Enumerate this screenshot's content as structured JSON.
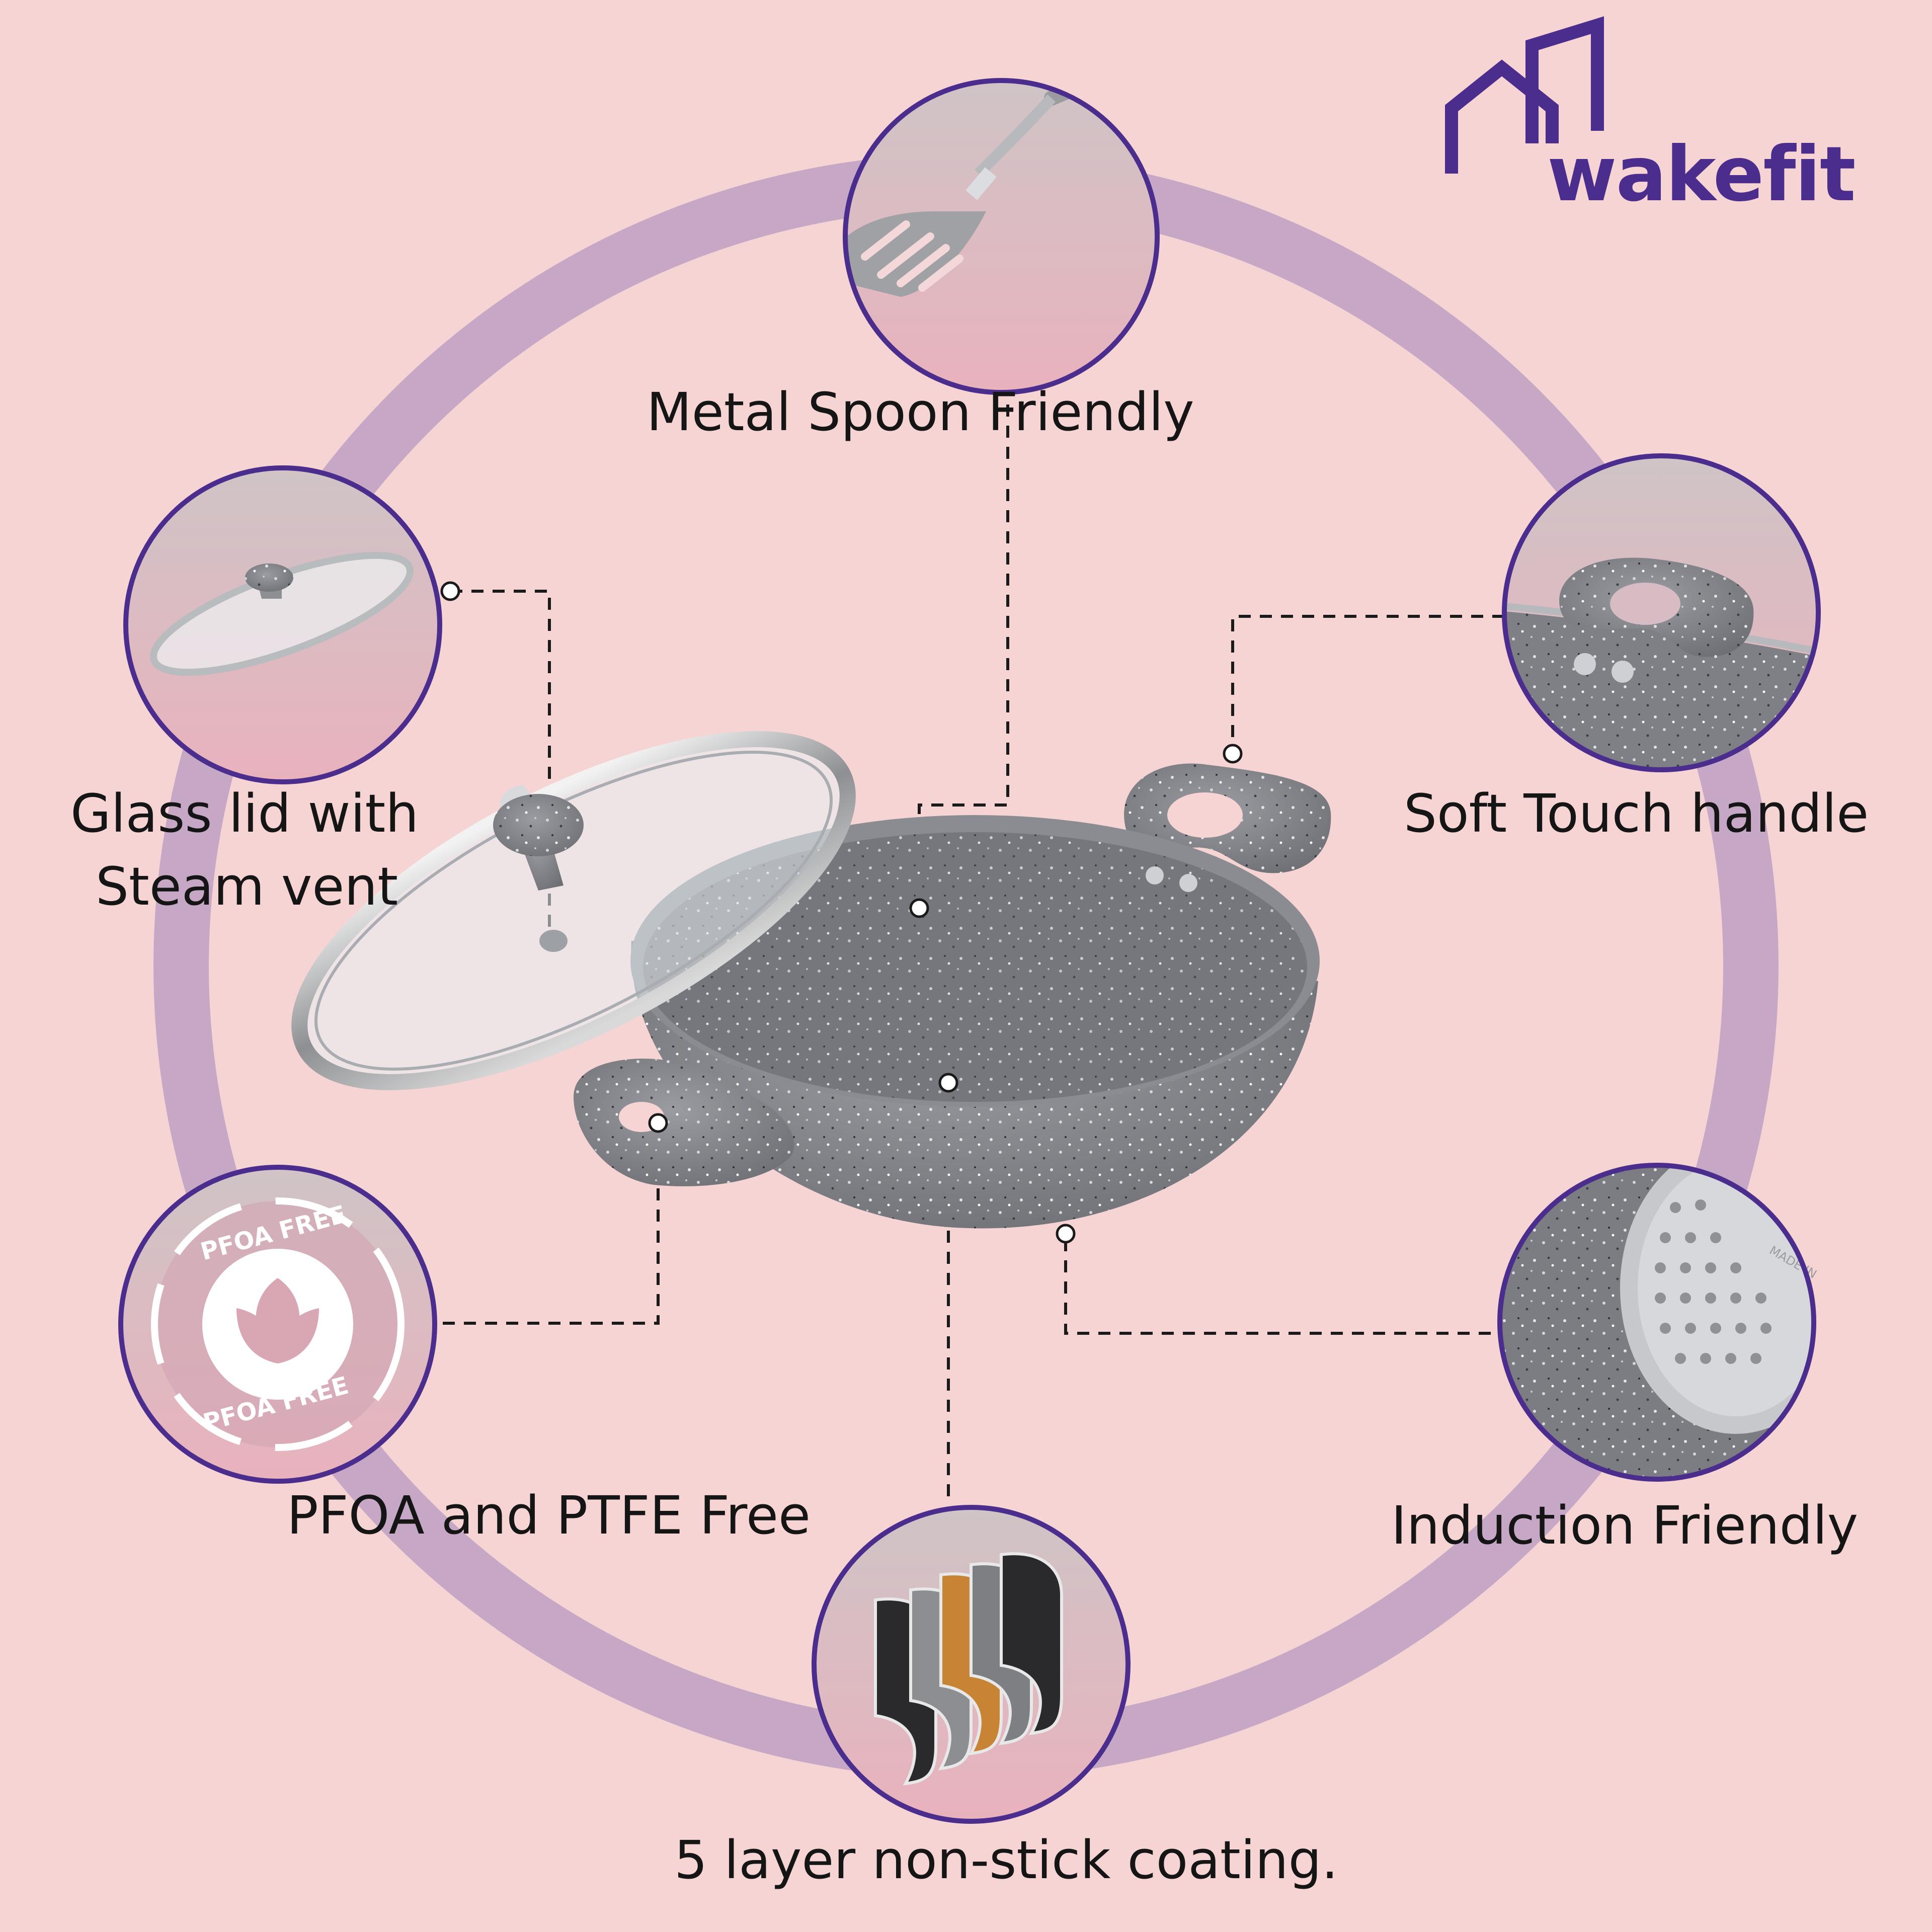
{
  "brand": {
    "name": "wakefit",
    "color": "#4a2d8c",
    "icon": "house-outline-icon"
  },
  "features": {
    "metal_spoon": {
      "label": "Metal Spoon Friendly",
      "icon": "slotted-spatula-icon"
    },
    "glass_lid": {
      "label_line1": "Glass lid with",
      "label_line2": "Steam vent",
      "icon": "glass-lid-icon"
    },
    "soft_touch": {
      "label": "Soft Touch handle",
      "icon": "granite-handle-icon"
    },
    "pfoa_free": {
      "label": "PFOA and PTFE Free",
      "badge_top": "PFOA FREE",
      "badge_bottom": "PFOA FREE",
      "icon": "leaf-icon"
    },
    "induction": {
      "label": "Induction Friendly",
      "base_text": "MADE IN",
      "icon": "induction-base-icon"
    },
    "coating": {
      "label": "5 layer non-stick coating.",
      "icon": "layers-icon"
    }
  },
  "product": {
    "icon": "kadai-with-lid-icon"
  },
  "colors": {
    "background": "#f6d4d4",
    "ring": "#c7a7c6",
    "circle_border": "#4a2d8c",
    "granite": "#7f8186"
  }
}
